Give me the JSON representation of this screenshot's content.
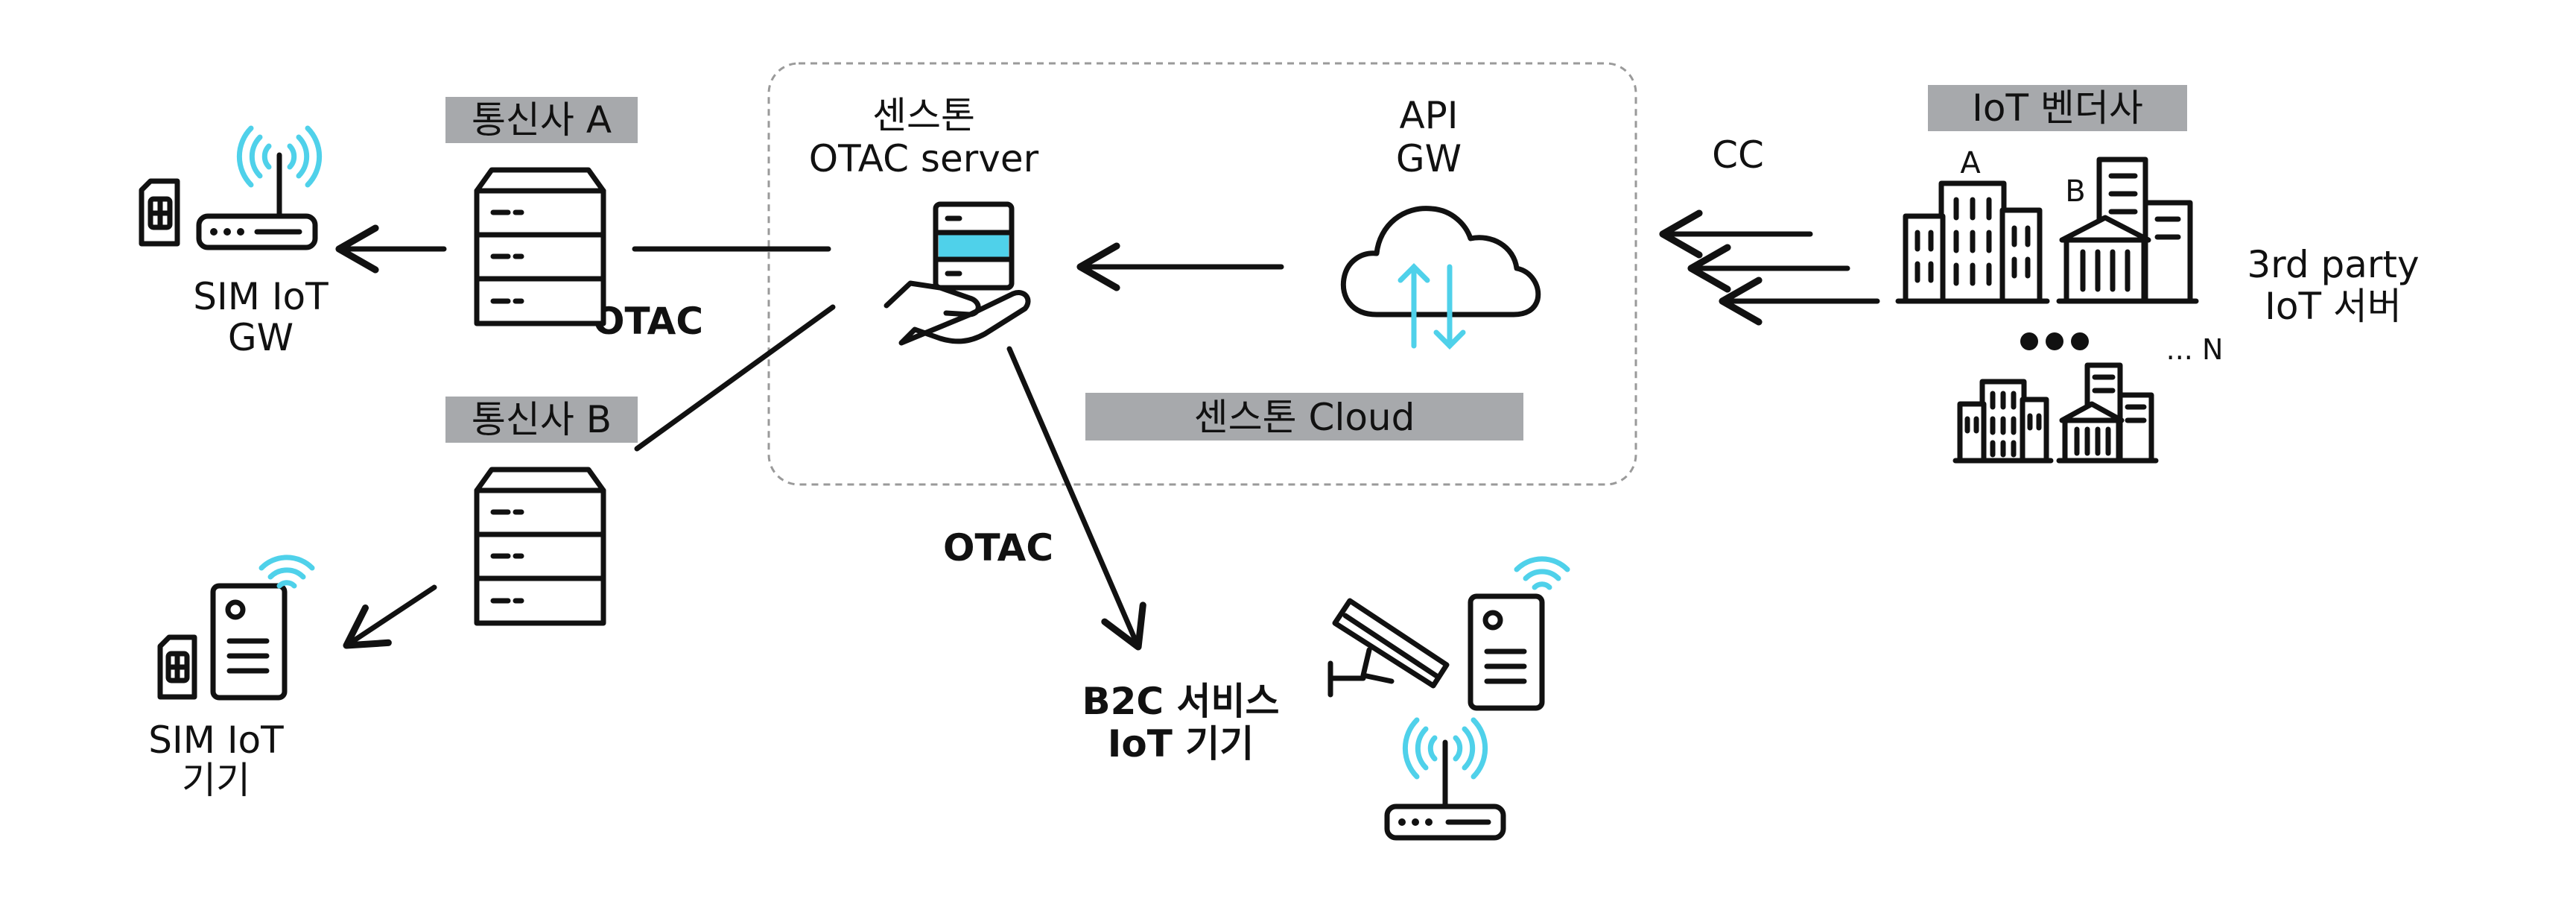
{
  "colors": {
    "accent": "#4fd1ea",
    "tag_background": "#a7a9ac",
    "ink": "#111111"
  },
  "cloud_box": {
    "server_label": [
      "센스톤",
      "OTAC server"
    ],
    "gateway_label": [
      "API",
      "GW"
    ],
    "cloud_tag": "센스톤 Cloud"
  },
  "carriers": {
    "a": "통신사 A",
    "b": "통신사 B"
  },
  "devices": {
    "sim_gw": [
      "SIM IoT",
      "GW"
    ],
    "sim_device": [
      "SIM IoT",
      "기기"
    ],
    "b2c": [
      "B2C 서비스",
      "IoT 기기"
    ]
  },
  "flow_labels": {
    "otac_upper": "OTAC",
    "otac_lower": "OTAC",
    "cc": "CC"
  },
  "vendors": {
    "tag": "IoT 벤더사",
    "building_a": "A",
    "building_b": "B",
    "building_n": "... N",
    "third_party": [
      "3rd party",
      "IoT 서버"
    ]
  },
  "icons": [
    "sim-card-icon",
    "router-icon",
    "server-rack-icon",
    "hand-server-icon",
    "cloud-sync-icon",
    "office-building-icon",
    "bank-building-icon",
    "cctv-camera-icon",
    "device-tower-icon",
    "wifi-signal-icon"
  ]
}
